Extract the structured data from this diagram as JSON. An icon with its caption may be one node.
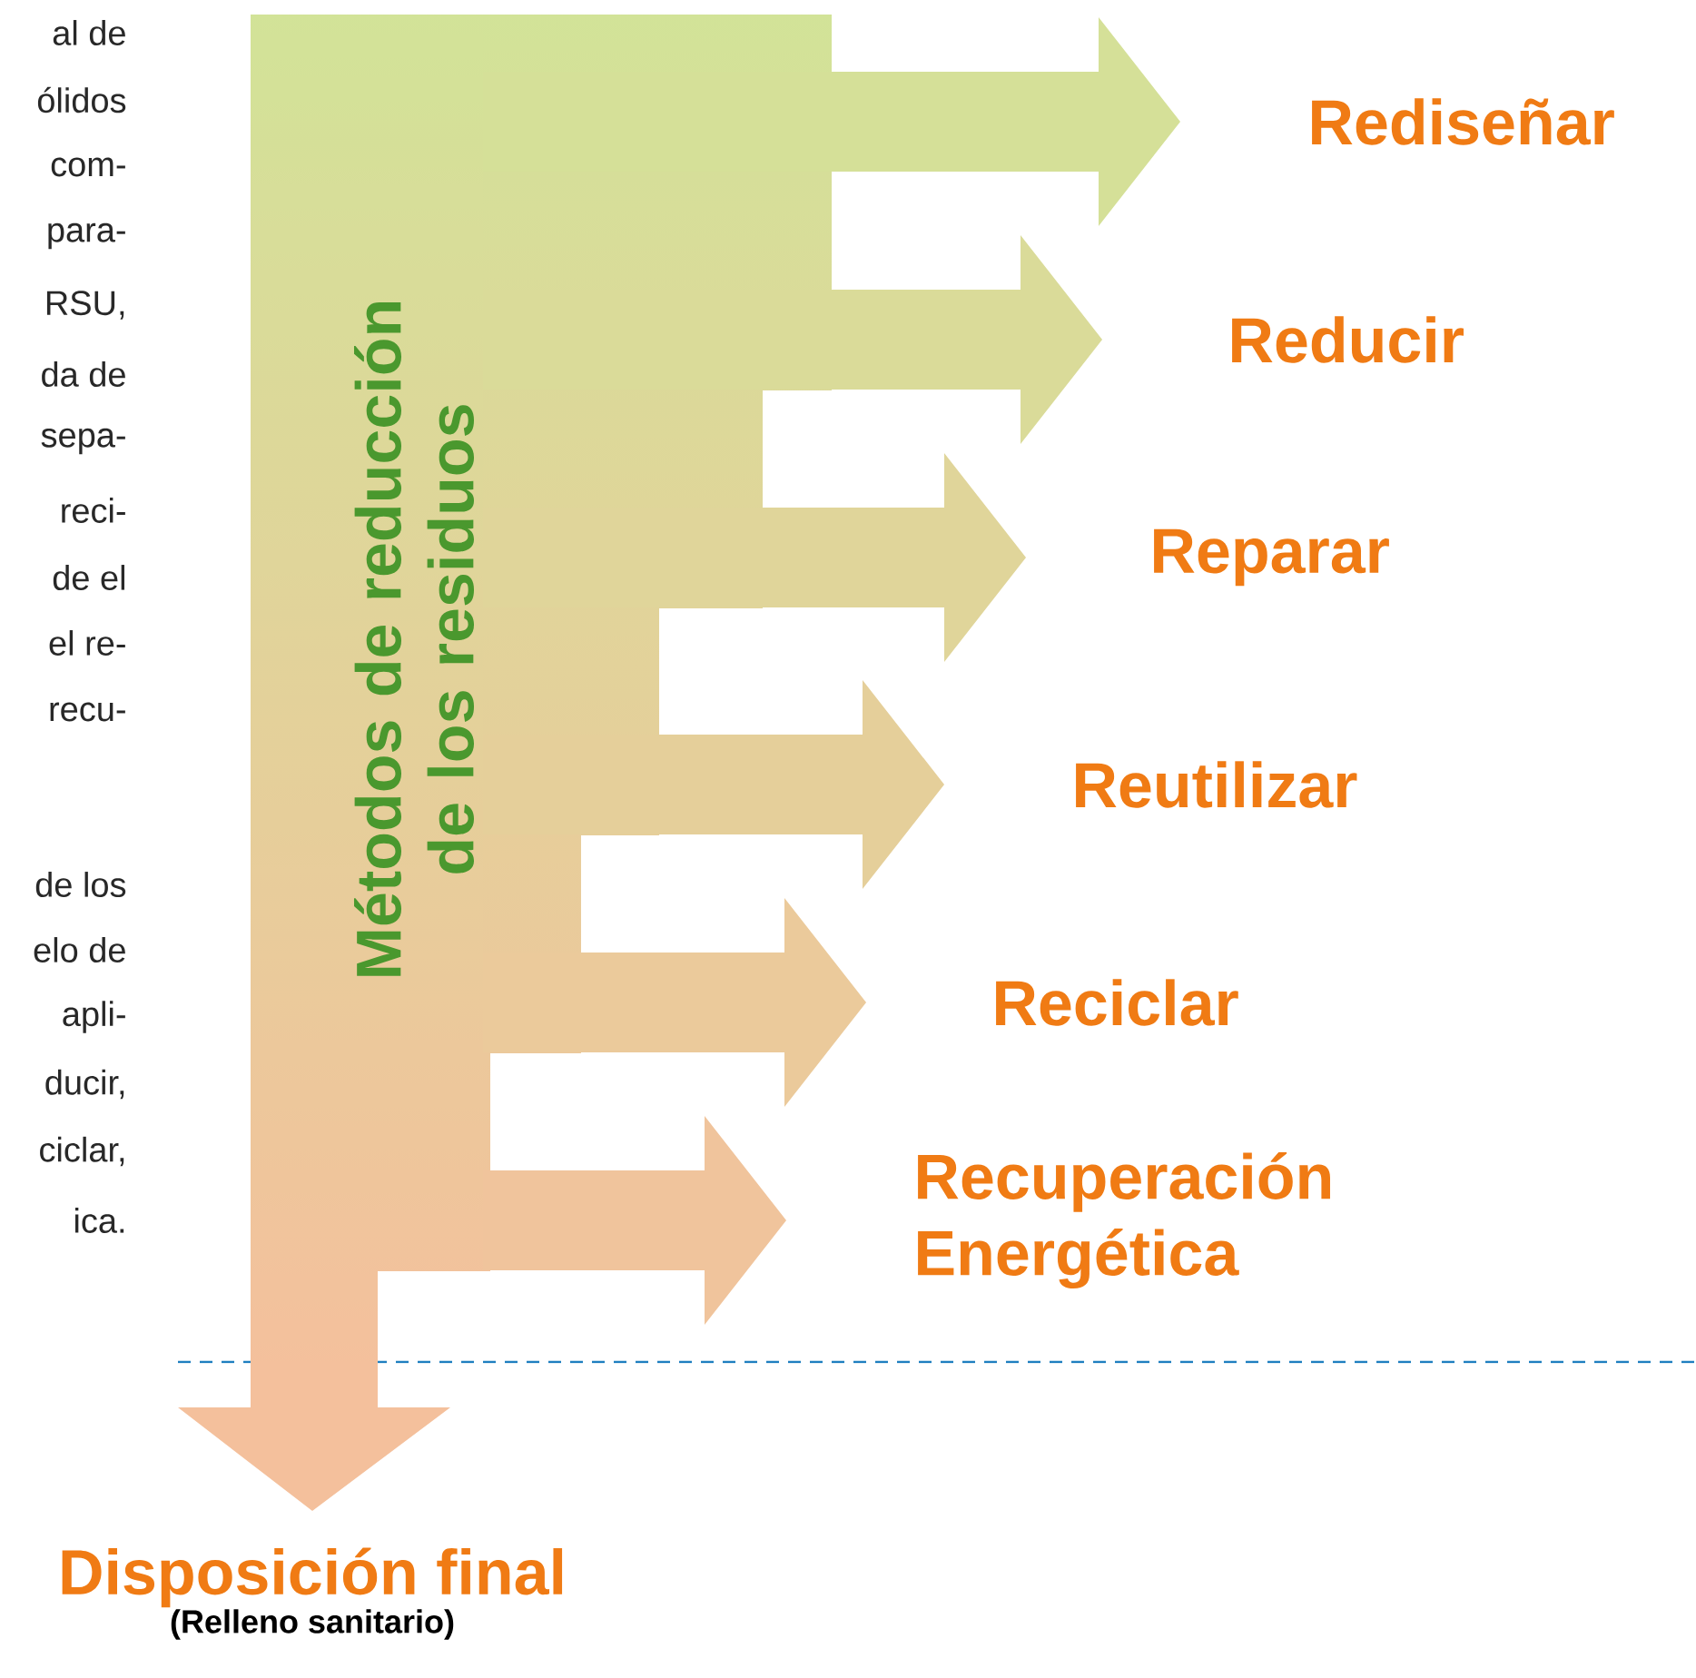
{
  "diagram": {
    "nodes": [
      {
        "text": [
          "Métodos de reducción de los residuos"
        ]
      },
      {
        "text": [
          "Rediseñar"
        ]
      },
      {
        "text": [
          "Reducir"
        ]
      },
      {
        "text": [
          "Reparar"
        ]
      },
      {
        "text": [
          "Reutilizar"
        ]
      },
      {
        "text": [
          "Reciclar"
        ]
      },
      {
        "text": [
          "Recuperación Energética"
        ]
      },
      {
        "text": [
          "Disposición final",
          "(Relleno sanitario)"
        ]
      }
    ],
    "edges": [
      {
        "from": 0,
        "to": 1,
        "arrow": "to"
      },
      {
        "from": 0,
        "to": 2,
        "arrow": "to"
      },
      {
        "from": 0,
        "to": 3,
        "arrow": "to"
      },
      {
        "from": 0,
        "to": 4,
        "arrow": "to"
      },
      {
        "from": 0,
        "to": 5,
        "arrow": "to"
      },
      {
        "from": 0,
        "to": 6,
        "arrow": "to"
      },
      {
        "from": 0,
        "to": 7,
        "arrow": "to"
      }
    ],
    "labels": [
      "al de",
      "ólidos",
      "com-",
      "para-",
      "RSU,",
      "da de",
      "sepa-",
      "reci-",
      "de el",
      "el re-",
      "recu-",
      "de los",
      "elo de",
      "apli-",
      "ducir,",
      "ciclar,",
      "ica."
    ]
  }
}
